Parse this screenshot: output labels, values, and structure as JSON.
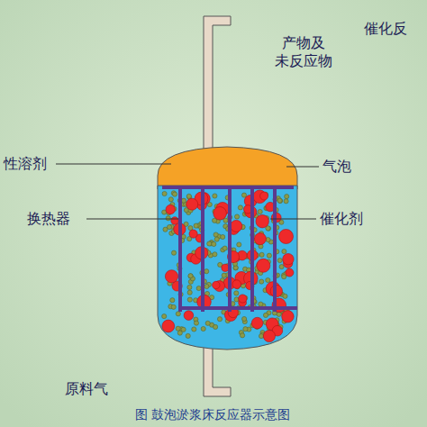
{
  "diagram": {
    "caption": "图  鼓泡淤浆床反应器示意图",
    "labels": [
      "产物及 未反应物",
      "催化反",
      "性溶剂",
      "换热器",
      "气泡",
      "催化剂",
      "原料气"
    ]
  }
}
